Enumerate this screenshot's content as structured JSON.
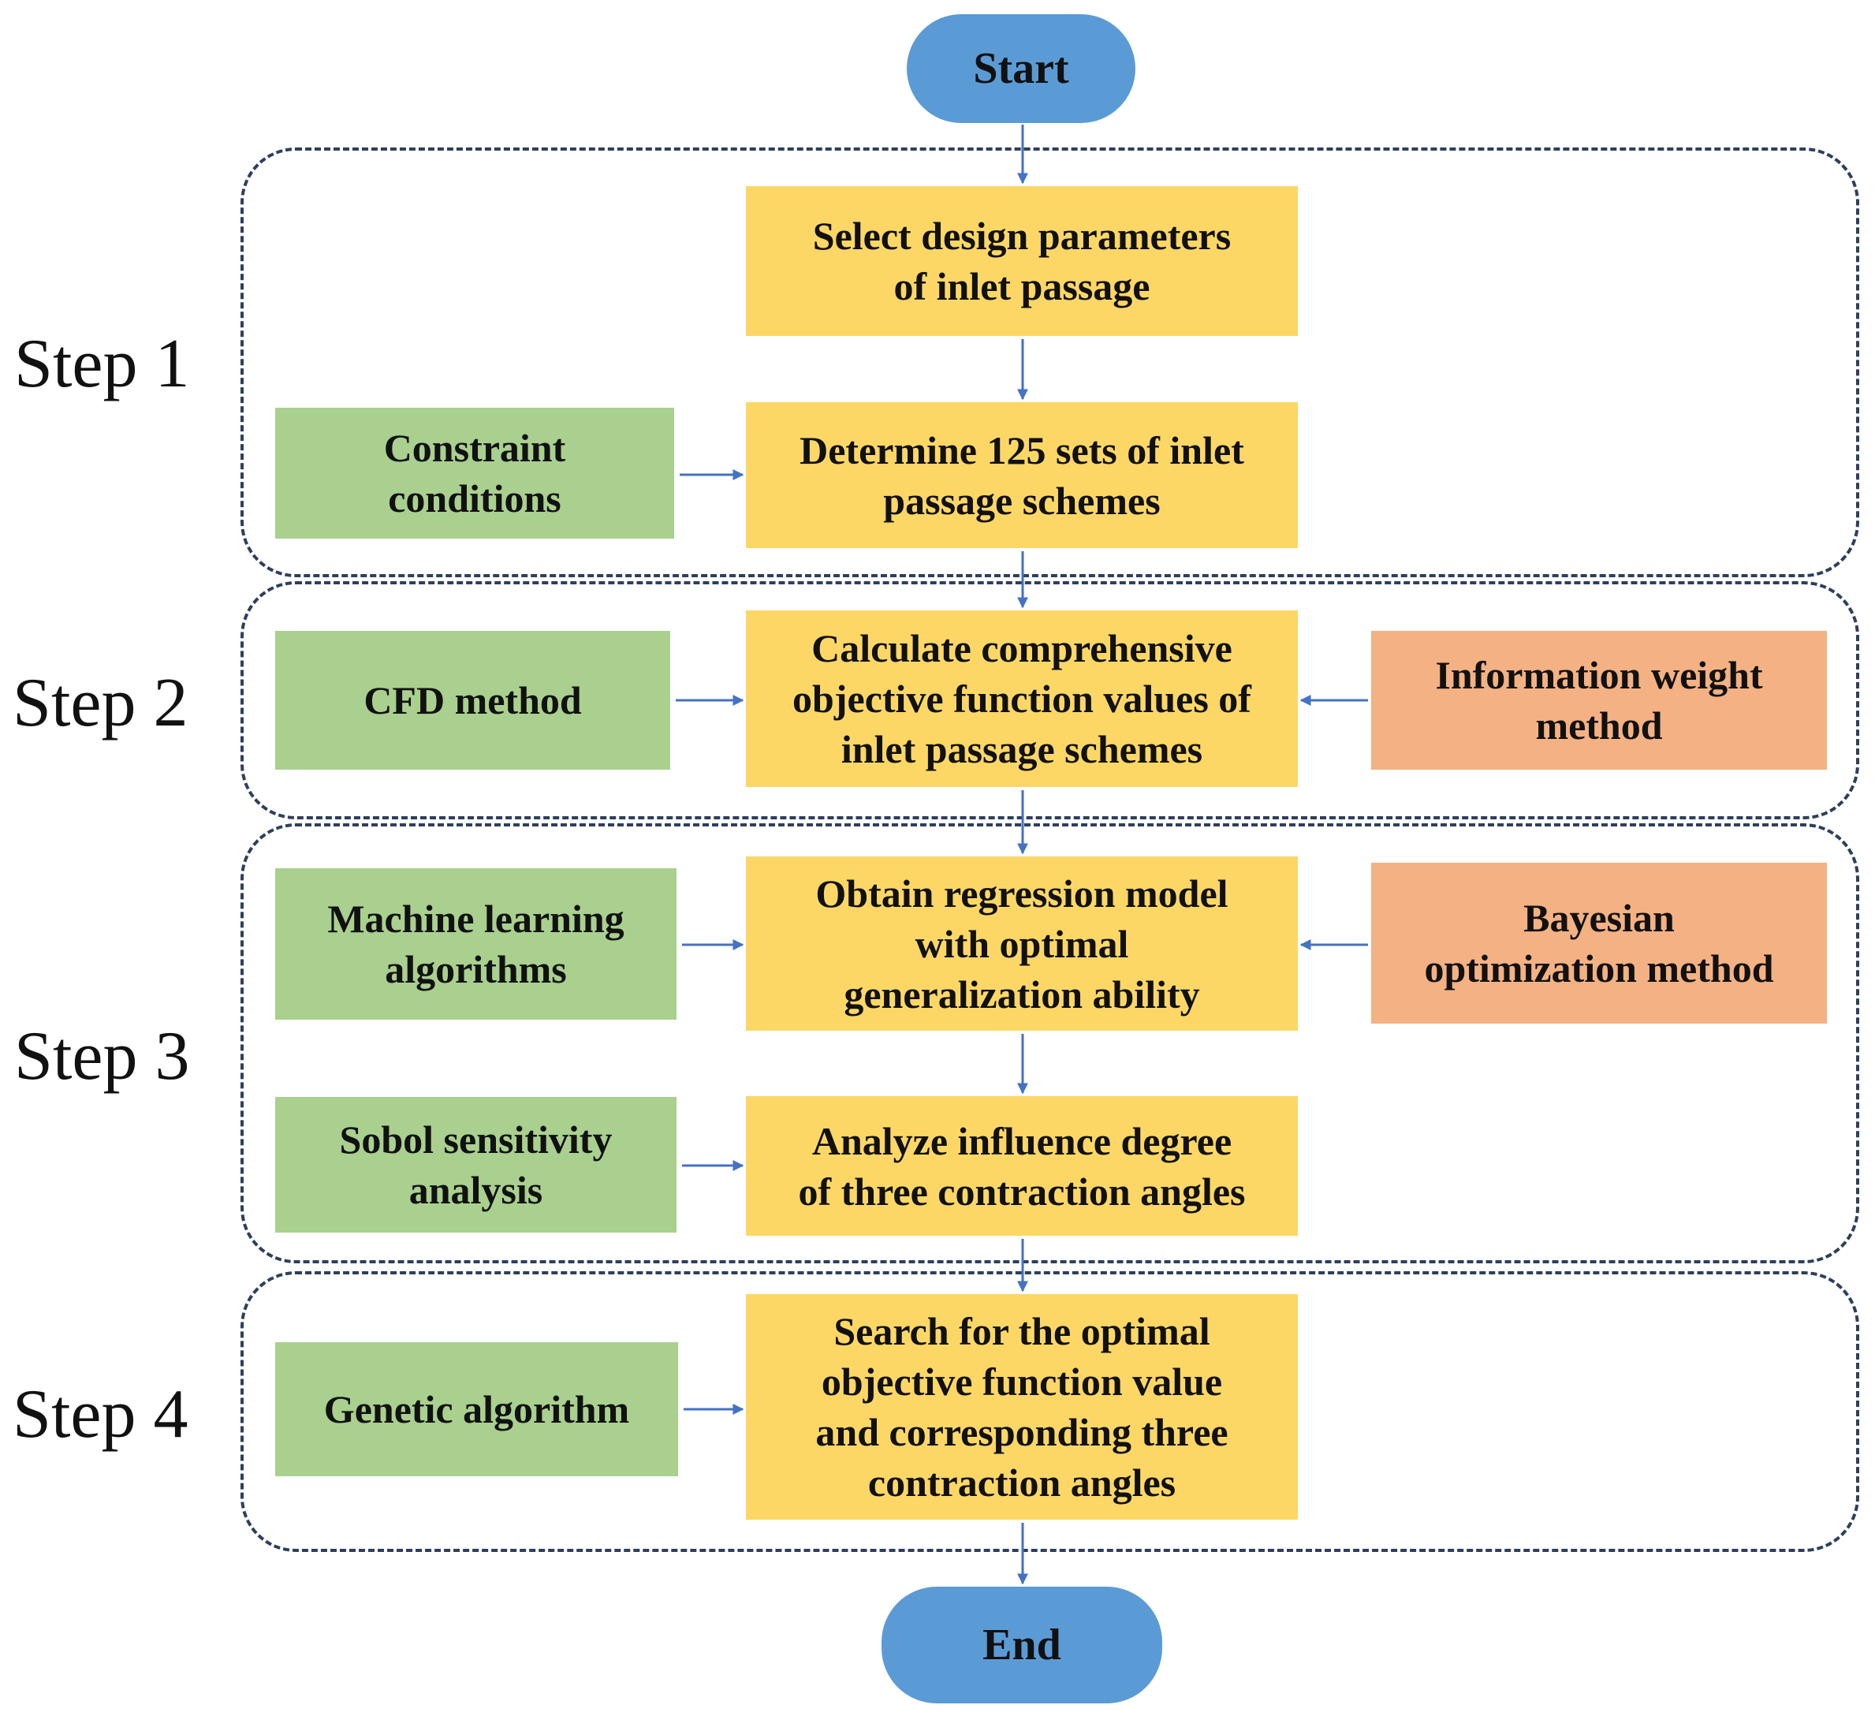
{
  "terminals": {
    "start": "Start",
    "end": "End"
  },
  "steps": [
    "Step 1",
    "Step 2",
    "Step 3",
    "Step 4"
  ],
  "process": {
    "select_params": "Select design parameters\nof inlet passage",
    "determine_schemes": "Determine 125 sets of inlet\npassage schemes",
    "calculate_objective": "Calculate comprehensive\nobjective function values of\ninlet passage schemes",
    "obtain_regression": "Obtain regression model\nwith optimal\ngeneralization ability",
    "analyze_influence": "Analyze influence degree\nof three contraction angles",
    "search_optimal": "Search for the optimal\nobjective function value\nand corresponding three\ncontraction angles"
  },
  "methods": {
    "constraint": "Constraint\nconditions",
    "cfd": "CFD method",
    "machine_learning": "Machine learning\nalgorithms",
    "sobol": "Sobol sensitivity\nanalysis",
    "genetic": "Genetic algorithm"
  },
  "auxiliary": {
    "information_weight": "Information weight\nmethod",
    "bayesian": "Bayesian\noptimization method"
  },
  "colors": {
    "process": "#fdd766",
    "method": "#a9d08e",
    "auxiliary": "#f4b183",
    "terminal": "#5b9bd5",
    "arrow": "#4472c4",
    "region_border": "#2e3f5c"
  }
}
